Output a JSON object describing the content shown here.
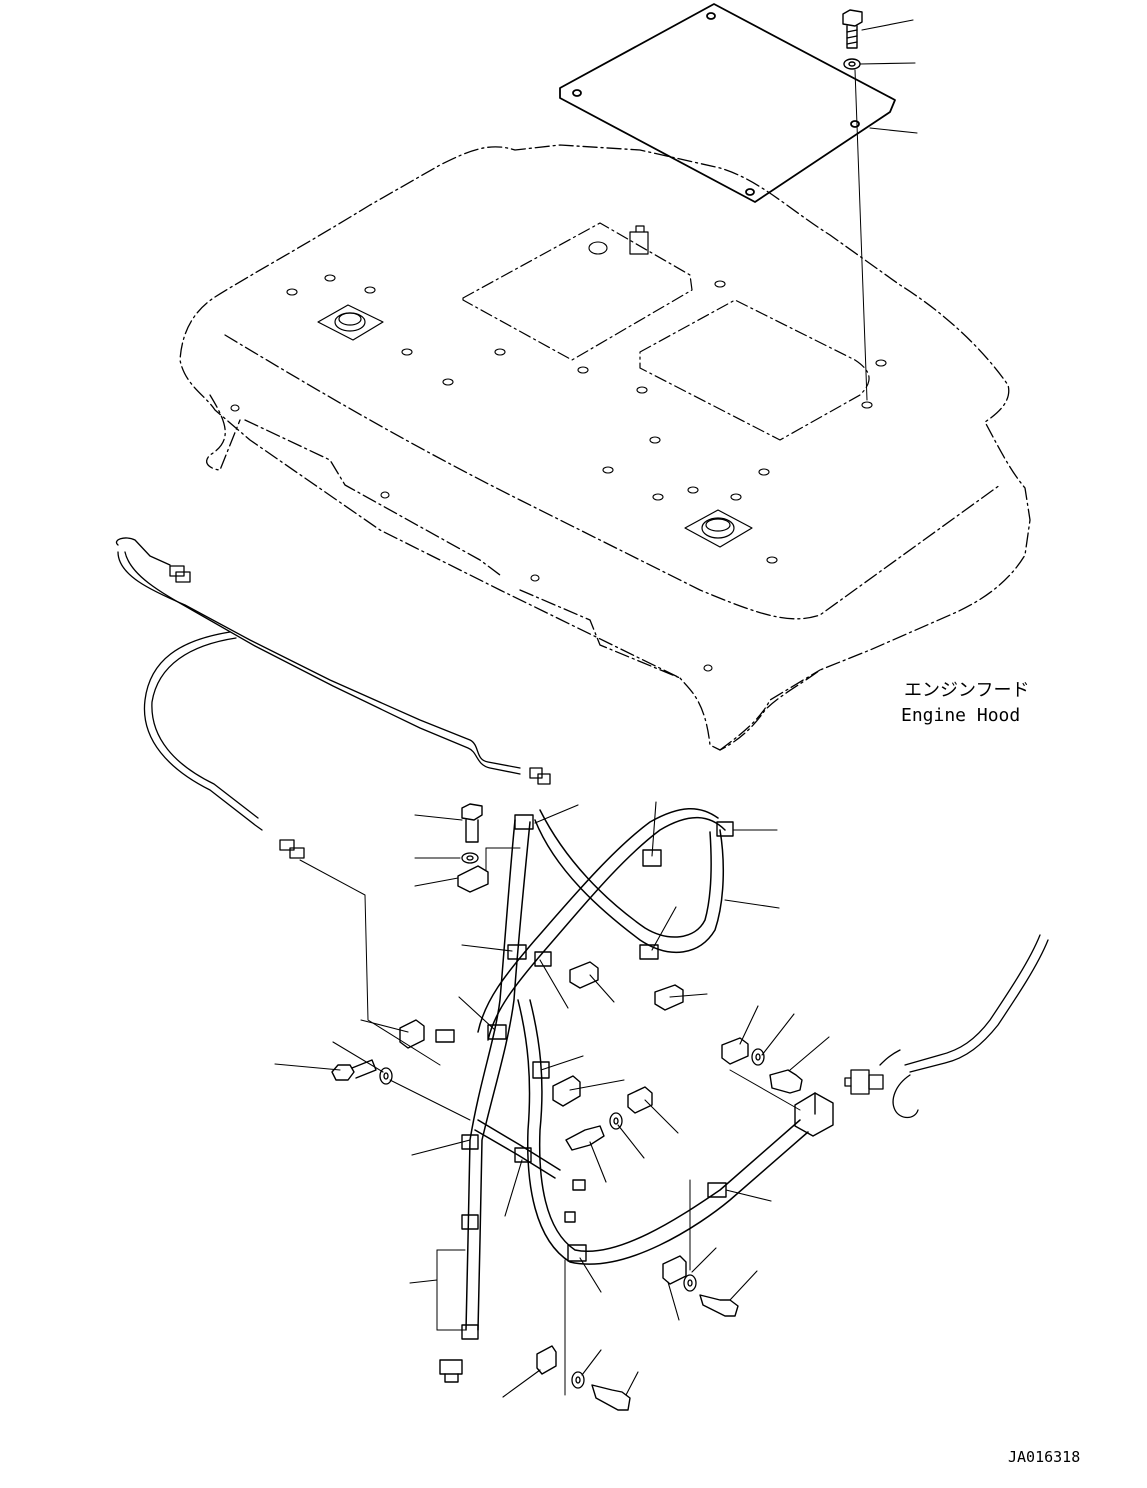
{
  "labels": {
    "engine_hood_jp": "エンジンフード",
    "engine_hood_en": "Engine Hood",
    "drawing_code": "JA016318"
  }
}
